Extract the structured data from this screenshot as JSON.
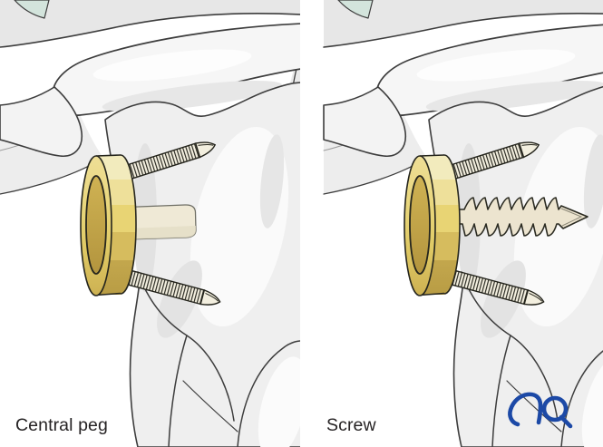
{
  "figure": {
    "panels": [
      {
        "id": "central-peg",
        "label": "Central peg"
      },
      {
        "id": "screw",
        "label": "Screw"
      }
    ],
    "logo": {
      "text": "AO",
      "color": "#1c49a6"
    },
    "colors": {
      "background": "#ffffff",
      "outline": "#3c3c3c",
      "bone_light": "#efefef",
      "bone_highlight": "#fafafa",
      "bone_shadow": "#dddddd",
      "cartilage_teal": "#d3e4dc",
      "implant_gold": "#e8d474",
      "implant_gold_light": "#f2ebbd",
      "implant_gold_dark": "#b89c44",
      "implant_inner": "#c3a64b",
      "peg_cream": "#efe9d6",
      "screw_cream": "#ece4cf"
    }
  }
}
